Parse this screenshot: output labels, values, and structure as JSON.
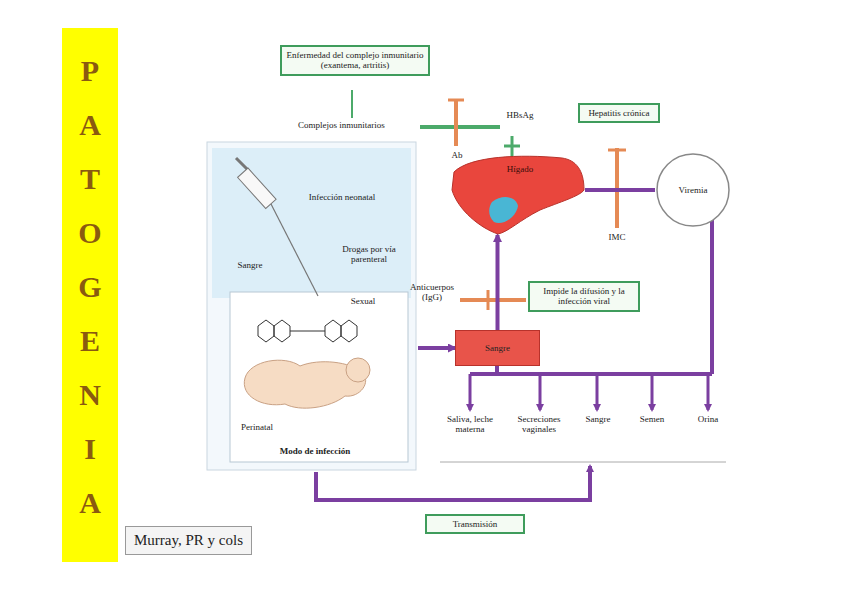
{
  "diagram": {
    "title": "PATOGENIA",
    "caption": "Murray, PR y cols",
    "nodes": [
      {
        "text": [
          "Enfermedad del complejo inmunitario (exantema, artritis)"
        ]
      },
      {
        "text": [
          "Hepatitis crónica"
        ]
      },
      {
        "text": [
          "Hígado"
        ]
      },
      {
        "text": [
          "Viremia"
        ]
      },
      {
        "text": [
          "Infección neonatal",
          "Drogas por vía parenteral",
          "Sangre",
          "Sexual",
          "Perinatal",
          "Modo de infección"
        ]
      },
      {
        "text": [
          "Impide la difusión y la infección viral"
        ]
      },
      {
        "text": [
          "Sangre"
        ]
      },
      {
        "text": [
          "Transmisión"
        ]
      }
    ],
    "edges": [
      {
        "from": 4,
        "to": 6,
        "arrow": "to"
      },
      {
        "from": 6,
        "to": 2,
        "arrow": "to"
      },
      {
        "from": 2,
        "to": 3,
        "arrow": "none"
      }
    ],
    "labels": [
      "Complejos inmunitarios",
      "HBsAg",
      "Ab",
      "IMC",
      "Anticuerpos (IgG)",
      "Saliva, leche materna",
      "Secreciones vaginales",
      "Sangre",
      "Semen",
      "Orina"
    ]
  }
}
